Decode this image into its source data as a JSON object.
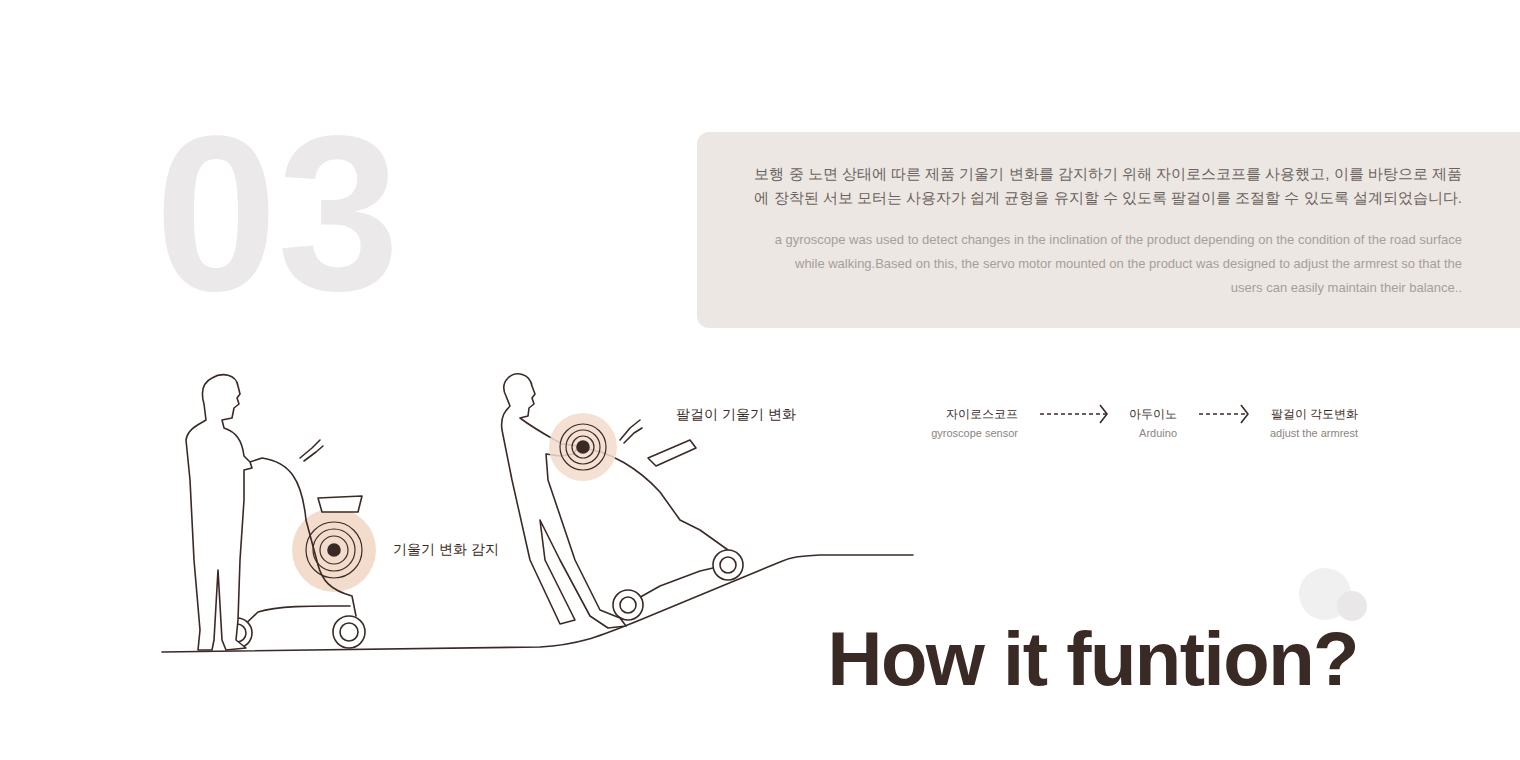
{
  "diagram": {
    "title": "How it funtion?",
    "nodes": [
      {
        "text": [
          "보행 중 노면 상태에 따른 제품 기울기 변화를 감지하기 위해 자이로스코프를 사용했고, 이를 바탕으로 제품에 장착된 서보 모터는 사용자가 쉽게 균형을 유지할 수 있도록 팔걸이를 조절할 수 있도록 설계되었습니다.",
          "a gyroscope was used to detect changes in the inclination of the product depending on the condition of the road surface while walking.Based on this, the servo motor mounted on the product was designed to adjust the armrest so that the users can easily maintain their balance.."
        ]
      },
      {
        "text": [
          "자이로스코프",
          "gyroscope sensor"
        ]
      },
      {
        "text": [
          "아두이노",
          "Arduino"
        ]
      },
      {
        "text": [
          "팔걸이 각도변화",
          "adjust the armrest"
        ]
      }
    ],
    "edges": [
      {
        "from": 1,
        "to": 2,
        "arrow": "to"
      },
      {
        "from": 2,
        "to": 3,
        "arrow": "to"
      }
    ],
    "labels": [
      "03",
      "기울기 변화 감지",
      "팔걸이 기울기 변화"
    ]
  }
}
